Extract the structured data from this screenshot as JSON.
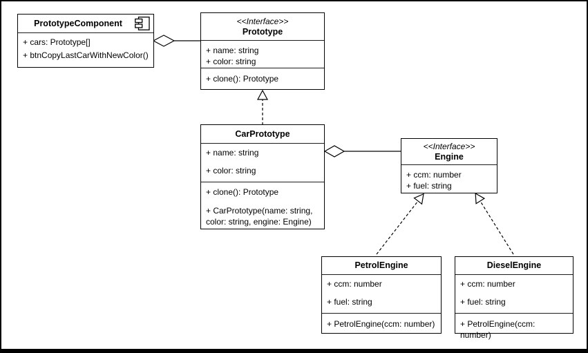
{
  "diagram": {
    "title": "Prototype pattern UML class diagram",
    "colors": {
      "background": "#ffffff",
      "line": "#000000",
      "box_fill": "#ffffff",
      "frame": "#000000"
    },
    "boxes": {
      "prototype_component": {
        "title": "PrototypeComponent",
        "attributes": [
          "+ cars: Prototype[]",
          "+ btnCopyLastCarWithNewColor()"
        ]
      },
      "prototype": {
        "stereotype": "<<Interface>>",
        "title": "Prototype",
        "attributes": [
          "+ name: string",
          "+ color: string"
        ],
        "operations": [
          "+ clone(): Prototype"
        ]
      },
      "car_prototype": {
        "title": "CarPrototype",
        "attributes": [
          "+ name: string",
          "+ color: string"
        ],
        "operations": [
          "+ clone(): Prototype",
          "+ CarPrototype(name: string, color: string, engine: Engine)"
        ]
      },
      "engine": {
        "stereotype": "<<Interface>>",
        "title": "Engine",
        "attributes": [
          "+ ccm: number",
          "+ fuel: string"
        ]
      },
      "petrol_engine": {
        "title": "PetrolEngine",
        "attributes": [
          "+ ccm: number",
          "+ fuel: string"
        ],
        "operations": [
          "+ PetrolEngine(ccm: number)"
        ]
      },
      "diesel_engine": {
        "title": "DieselEngine",
        "attributes": [
          "+ ccm: number",
          "+ fuel: string"
        ],
        "operations": [
          "+ PetrolEngine(ccm: number)"
        ]
      }
    },
    "relationships": [
      {
        "type": "aggregation",
        "from": "PrototypeComponent",
        "to": "Prototype"
      },
      {
        "type": "realization",
        "from": "CarPrototype",
        "to": "Prototype"
      },
      {
        "type": "aggregation",
        "from": "CarPrototype",
        "to": "Engine"
      },
      {
        "type": "realization",
        "from": "PetrolEngine",
        "to": "Engine"
      },
      {
        "type": "realization",
        "from": "DieselEngine",
        "to": "Engine"
      }
    ]
  }
}
